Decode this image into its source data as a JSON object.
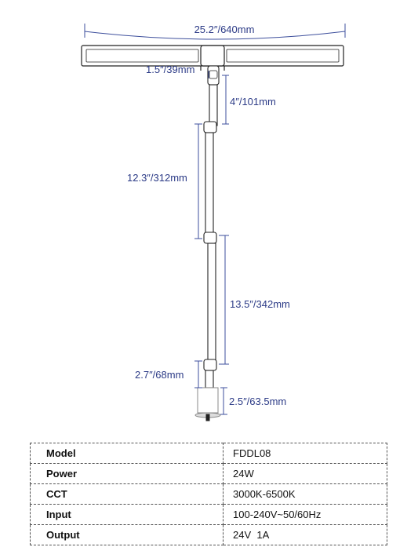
{
  "dimensions": {
    "width": "25.2″/640mm",
    "joint": "1.5″/39mm",
    "arm_top": "4″/101mm",
    "arm_upper": "12.3″/312mm",
    "arm_middle": "13.5″/342mm",
    "arm_lower": "2.7″/68mm",
    "clamp": "2.5″/63.5mm"
  },
  "specs": [
    {
      "key": "Model",
      "value": "FDDL08"
    },
    {
      "key": "Power",
      "value": "24W"
    },
    {
      "key": "CCT",
      "value": "3000K-6500K"
    },
    {
      "key": "Input",
      "value": "100-240V~50/60Hz"
    },
    {
      "key": "Output",
      "value": "24V  1A"
    }
  ],
  "colors": {
    "dimension_line": "#3d4f9c",
    "outline": "#222222"
  }
}
